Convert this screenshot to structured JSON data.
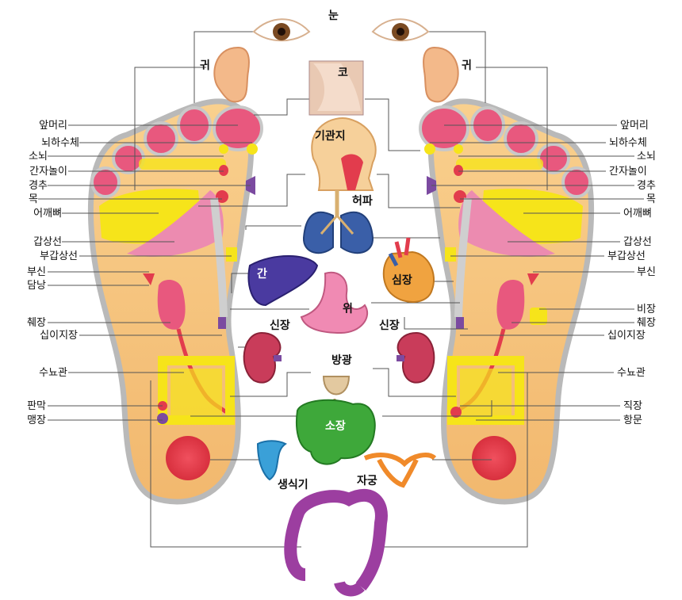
{
  "left_labels": [
    {
      "id": "front-head",
      "text": "앞머리"
    },
    {
      "id": "pituitary",
      "text": "뇌하수체"
    },
    {
      "id": "cerebellum",
      "text": "소뇌"
    },
    {
      "id": "temple",
      "text": "간자놀이"
    },
    {
      "id": "cervical",
      "text": "경추"
    },
    {
      "id": "neck",
      "text": "목"
    },
    {
      "id": "shoulder",
      "text": "어깨뼈"
    },
    {
      "id": "thyroid",
      "text": "갑상선"
    },
    {
      "id": "parathyroid",
      "text": "부갑상선"
    },
    {
      "id": "adrenal",
      "text": "부신"
    },
    {
      "id": "gallbladder",
      "text": "담낭"
    },
    {
      "id": "pancreas",
      "text": "췌장"
    },
    {
      "id": "duodenum",
      "text": "십이지장"
    },
    {
      "id": "ureter",
      "text": "수뇨관"
    },
    {
      "id": "valve",
      "text": "판막"
    },
    {
      "id": "appendix",
      "text": "맹장"
    }
  ],
  "right_labels": [
    {
      "id": "front-head",
      "text": "앞머리"
    },
    {
      "id": "pituitary",
      "text": "뇌하수체"
    },
    {
      "id": "cerebellum",
      "text": "소뇌"
    },
    {
      "id": "temple",
      "text": "간자놀이"
    },
    {
      "id": "cervical",
      "text": "경추"
    },
    {
      "id": "neck",
      "text": "목"
    },
    {
      "id": "shoulder",
      "text": "어깨뼈"
    },
    {
      "id": "thyroid",
      "text": "갑상선"
    },
    {
      "id": "parathyroid",
      "text": "부갑상선"
    },
    {
      "id": "adrenal",
      "text": "부신"
    },
    {
      "id": "spleen",
      "text": "비장"
    },
    {
      "id": "pancreas",
      "text": "췌장"
    },
    {
      "id": "duodenum",
      "text": "십이지장"
    },
    {
      "id": "ureter",
      "text": "수뇨관"
    },
    {
      "id": "rectum",
      "text": "직장"
    },
    {
      "id": "anus",
      "text": "항문"
    }
  ],
  "organs": {
    "eyes": "눈",
    "ear_left": "귀",
    "ear_right": "귀",
    "nose": "코",
    "bronchi": "기관지",
    "lungs": "허파",
    "liver": "간",
    "heart": "심장",
    "stomach": "위",
    "kidney_left": "신장",
    "kidney_right": "신장",
    "bladder": "방광",
    "small_intestine": "소장",
    "genitals": "생식기",
    "uterus": "자궁",
    "large_intestine": "대장"
  },
  "colors": {
    "foot_fill": "#f6c27a",
    "foot_outline": "#b9b9b9",
    "toe_pink": "#e8587e",
    "zone_yellow": "#f6e41a",
    "zone_pink": "#ec8bb0",
    "zone_red": "#e23c4d",
    "zone_purple": "#7b4aa0",
    "lung_blue": "#3a5fa8",
    "liver_purple": "#4a3aa0",
    "heart_orange": "#f0a340",
    "stomach_pink": "#f08ab3",
    "kidney_red": "#c93c5a",
    "intestine_green": "#3ea83a",
    "colon_purple": "#9c3ea0",
    "uterus_orange": "#f08a2a",
    "genital_blue": "#3aa0d8"
  }
}
